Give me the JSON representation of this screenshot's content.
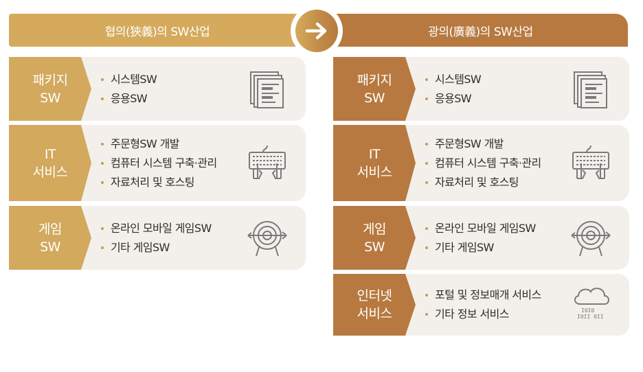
{
  "header": {
    "left_title": "협의(狹義)의 SW산업",
    "right_title": "광의(廣義)의 SW산업"
  },
  "arrow_icon": "arrow-right-icon",
  "colors": {
    "left_accent": "#d2a95d",
    "right_accent": "#b7793f",
    "row_background": "#f3f0ec"
  },
  "left_rows": [
    {
      "tag": [
        "패키지",
        "SW"
      ],
      "items": [
        "시스템SW",
        "응용SW"
      ],
      "icon": "document-stack-icon"
    },
    {
      "tag": [
        "IT",
        "서비스"
      ],
      "items": [
        "주문형SW 개발",
        "컴퓨터 시스템 구축·관리",
        "자료처리 및 호스팅"
      ],
      "icon": "keyboard-hands-icon"
    },
    {
      "tag": [
        "게임",
        "SW"
      ],
      "items": [
        "온라인 모바일 게임SW",
        "기타 게임SW"
      ],
      "icon": "target-arrow-icon"
    }
  ],
  "right_rows": [
    {
      "tag": [
        "패키지",
        "SW"
      ],
      "items": [
        "시스템SW",
        "응용SW"
      ],
      "icon": "document-stack-icon"
    },
    {
      "tag": [
        "IT",
        "서비스"
      ],
      "items": [
        "주문형SW 개발",
        "컴퓨터 시스템 구축·관리",
        "자료처리 및 호스팅"
      ],
      "icon": "keyboard-hands-icon"
    },
    {
      "tag": [
        "게임",
        "SW"
      ],
      "items": [
        "온라인 모바일 게임SW",
        "기타 게임SW"
      ],
      "icon": "target-arrow-icon"
    },
    {
      "tag": [
        "인터넷",
        "서비스"
      ],
      "items": [
        "포털 및 정보매개 서비스",
        "기타 정보 서비스"
      ],
      "icon": "cloud-data-icon"
    }
  ]
}
